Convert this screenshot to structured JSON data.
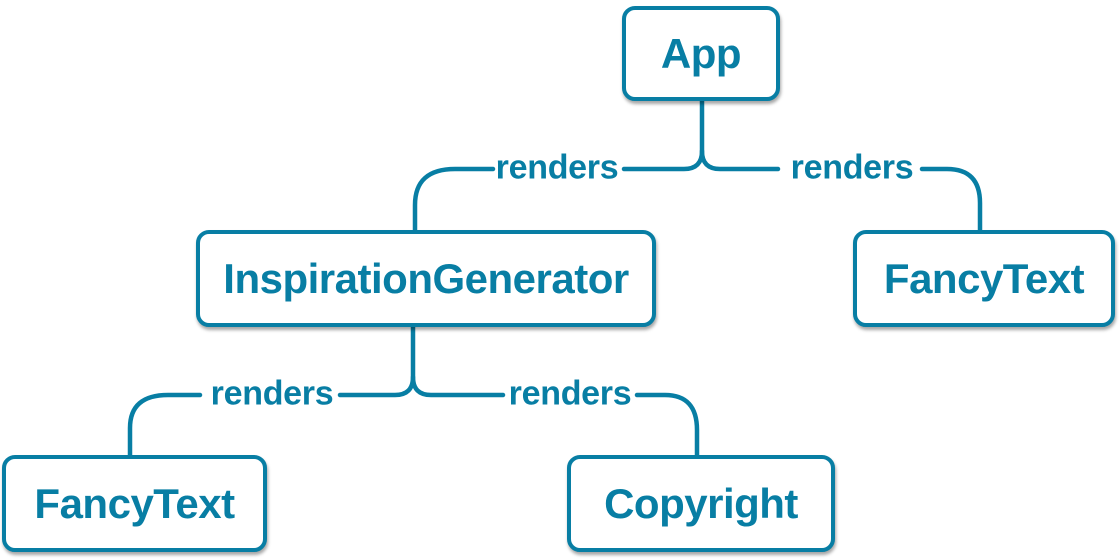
{
  "diagram": {
    "type": "component-render-tree",
    "colors": {
      "accent": "#087ea4",
      "node_background": "#ffffff"
    },
    "nodes": {
      "app": {
        "label": "App"
      },
      "inspiration_generator": {
        "label": "InspirationGenerator"
      },
      "fancy_text_top": {
        "label": "FancyText"
      },
      "fancy_text_bottom": {
        "label": "FancyText"
      },
      "copyright": {
        "label": "Copyright"
      }
    },
    "edges": {
      "app_to_inspiration_generator": {
        "from": "App",
        "to": "InspirationGenerator",
        "label": "renders"
      },
      "app_to_fancy_text": {
        "from": "App",
        "to": "FancyText",
        "label": "renders"
      },
      "inspiration_generator_to_fancy_text": {
        "from": "InspirationGenerator",
        "to": "FancyText",
        "label": "renders"
      },
      "inspiration_generator_to_copyright": {
        "from": "InspirationGenerator",
        "to": "Copyright",
        "label": "renders"
      }
    }
  }
}
